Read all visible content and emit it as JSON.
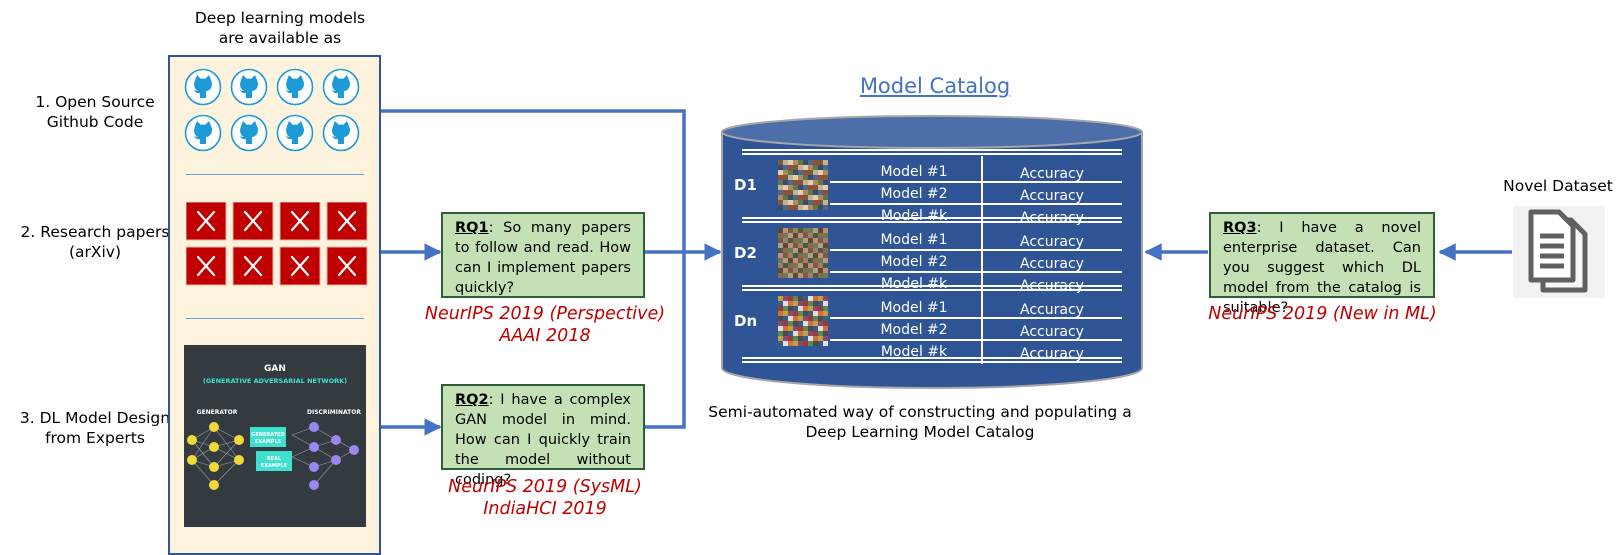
{
  "sources": {
    "header": [
      "Deep learning models",
      "are available as"
    ],
    "items": [
      {
        "label": [
          "1. Open Source",
          "Github Code"
        ]
      },
      {
        "label": [
          "2. Research papers",
          "(arXiv)"
        ]
      },
      {
        "label": [
          "3. DL Model Design",
          "from Experts"
        ]
      }
    ],
    "gan_panel": {
      "title": "GAN",
      "subtitle": "(GENERATIVE ADVERSARIAL NETWORK)",
      "generator": "GENERATOR",
      "discriminator": "DISCRIMINATOR",
      "generated": [
        "GENERATED",
        "EXAMPLE"
      ],
      "real": [
        "REAL",
        "EXAMPLE"
      ]
    }
  },
  "rq1": {
    "tag": "RQ1",
    "text": ": So many papers to follow and read. How can I implement papers quickly?"
  },
  "rq2": {
    "tag": "RQ2",
    "text": ": I have a complex GAN model in mind. How can I quickly train the model without coding?"
  },
  "rq3": {
    "tag": "RQ3",
    "text": ": I have a novel enterprise dataset. Can you suggest which DL model from the catalog is suitable?"
  },
  "venues": {
    "rq1": [
      "NeurIPS 2019 (Perspective)",
      "AAAI 2018"
    ],
    "rq2": [
      "NeurIPS 2019 (SysML)",
      "IndiaHCI 2019"
    ],
    "rq3": [
      "NeurIPS 2019 (New in ML)"
    ]
  },
  "catalog": {
    "title": "Model Catalog",
    "caption": [
      "Semi-automated way of constructing and populating a",
      "Deep Learning Model Catalog"
    ],
    "datasets": [
      {
        "name": "D1",
        "models": [
          "Model #1",
          "Model #2",
          "Model #k"
        ],
        "metric": "Accuracy"
      },
      {
        "name": "D2",
        "models": [
          "Model #1",
          "Model #2",
          "Model #k"
        ],
        "metric": "Accuracy"
      },
      {
        "name": "Dn",
        "models": [
          "Model #1",
          "Model #2",
          "Model #k"
        ],
        "metric": "Accuracy"
      }
    ]
  },
  "novel_dataset": {
    "label": "Novel Dataset"
  },
  "colors": {
    "arrow": "#4472c4",
    "cylinder": "#2f5597",
    "panel": "#fdf3dc",
    "paper_red": "#c00000",
    "rq_box": "#c5e0b4",
    "venue": "#c00000"
  }
}
